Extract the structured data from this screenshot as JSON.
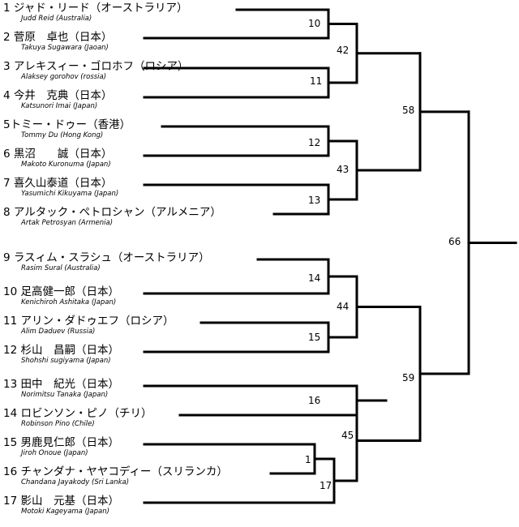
{
  "bracket": {
    "line_color": "#000000",
    "players": [
      {
        "seed": "1",
        "name_jp": "ジャド・リード（オーストラリア）",
        "name_en": "Judd  Reid  (Australia)"
      },
      {
        "seed": "2",
        "name_jp": "菅原　卓也（日本）",
        "name_en": "Takuya  Sugawara (Jaoan)"
      },
      {
        "seed": "3",
        "name_jp": "アレキスィー・ゴロホフ（ロシア）",
        "name_en": "Alaksey  gorohov (rossia)"
      },
      {
        "seed": "4",
        "name_jp": "今井　克典（日本）",
        "name_en": "Katsunori  Imai (Japan)"
      },
      {
        "seed": "5",
        "name_jp": "トミー・ドゥー（香港）",
        "name_en": "Tommy  Du (Hong Kong)"
      },
      {
        "seed": "6",
        "name_jp": "黒沼　　誠（日本）",
        "name_en": "Makoto  Kuronuma (Japan)"
      },
      {
        "seed": "7",
        "name_jp": "喜久山泰道（日本）",
        "name_en": "Yasumichi  Kikuyama (Japan)"
      },
      {
        "seed": "8",
        "name_jp": "アルタック・ペトロシャン（アルメニア）",
        "name_en": "Artak  Petrosyan (Armenia)"
      },
      {
        "seed": "9",
        "name_jp": "ラスィム・スラシュ（オーストラリア）",
        "name_en": "Rasim  Sural (Australia)"
      },
      {
        "seed": "10",
        "name_jp": "足高健一郎（日本）",
        "name_en": "Kenichiroh  Ashitaka (Japan)"
      },
      {
        "seed": "11",
        "name_jp": "アリン・ダドゥエフ（ロシア）",
        "name_en": "Alim  Daduev (Russia)"
      },
      {
        "seed": "12",
        "name_jp": "杉山　昌嗣（日本）",
        "name_en": "Shohshi  sugiyama (Japan)"
      },
      {
        "seed": "13",
        "name_jp": "田中　紀光（日本）",
        "name_en": "Norimitsu  Tanaka (Japan)"
      },
      {
        "seed": "14",
        "name_jp": "ロビンソン・ピノ（チリ）",
        "name_en": "Robinson  Pino (Chile)"
      },
      {
        "seed": "15",
        "name_jp": "男鹿見仁郎（日本）",
        "name_en": "Jiroh  Onoue (Japan)"
      },
      {
        "seed": "16",
        "name_jp": "チャンダナ・ヤヤコディー（スリランカ）",
        "name_en": "Chandana  Jayakody (Sri Lanka)"
      },
      {
        "seed": "17",
        "name_jp": "影山　元基（日本）",
        "name_en": "Motoki  Kageyama (Japan)"
      }
    ],
    "matches": [
      "10",
      "42",
      "11",
      "58",
      "12",
      "43",
      "13",
      "66",
      "14",
      "44",
      "15",
      "59",
      "16",
      "45",
      "1",
      "17"
    ]
  }
}
